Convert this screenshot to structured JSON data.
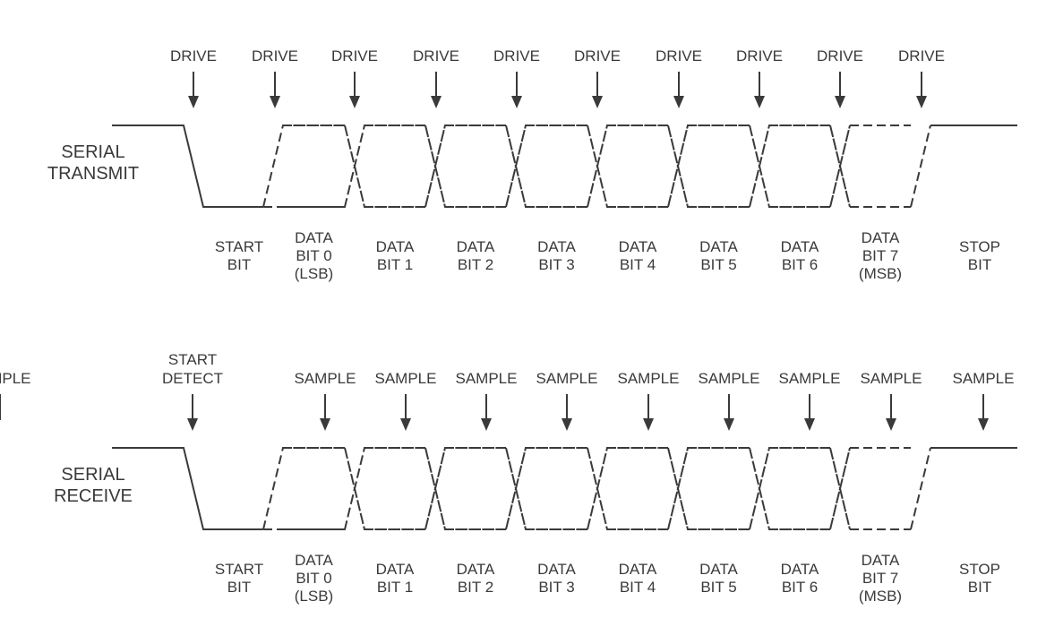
{
  "transmit": {
    "signal_label": [
      "SERIAL",
      "TRANSMIT"
    ],
    "markers": [
      [
        "DRIVE"
      ],
      [
        "DRIVE"
      ],
      [
        "DRIVE"
      ],
      [
        "DRIVE"
      ],
      [
        "DRIVE"
      ],
      [
        "DRIVE"
      ],
      [
        "DRIVE"
      ],
      [
        "DRIVE"
      ],
      [
        "DRIVE"
      ],
      [
        "DRIVE"
      ]
    ],
    "bits": [
      [
        "START",
        "BIT"
      ],
      [
        "DATA",
        "BIT 0",
        "(LSB)"
      ],
      [
        "DATA",
        "BIT 1"
      ],
      [
        "DATA",
        "BIT 2"
      ],
      [
        "DATA",
        "BIT 3"
      ],
      [
        "DATA",
        "BIT 4"
      ],
      [
        "DATA",
        "BIT 5"
      ],
      [
        "DATA",
        "BIT 6"
      ],
      [
        "DATA",
        "BIT 7",
        "(MSB)"
      ],
      [
        "STOP",
        "BIT"
      ]
    ]
  },
  "receive": {
    "signal_label": [
      "SERIAL",
      "RECEIVE"
    ],
    "markers": [
      [
        "START",
        "DETECT"
      ],
      [
        "SAMPLE"
      ],
      [
        "SAMPLE"
      ],
      [
        "SAMPLE"
      ],
      [
        "SAMPLE"
      ],
      [
        "SAMPLE"
      ],
      [
        "SAMPLE"
      ],
      [
        "SAMPLE"
      ],
      [
        "SAMPLE"
      ],
      [
        "SAMPLE"
      ],
      [
        "SAMPLE"
      ]
    ],
    "bits": [
      [
        "START",
        "BIT"
      ],
      [
        "DATA",
        "BIT 0",
        "(LSB)"
      ],
      [
        "DATA",
        "BIT 1"
      ],
      [
        "DATA",
        "BIT 2"
      ],
      [
        "DATA",
        "BIT 3"
      ],
      [
        "DATA",
        "BIT 4"
      ],
      [
        "DATA",
        "BIT 5"
      ],
      [
        "DATA",
        "BIT 6"
      ],
      [
        "DATA",
        "BIT 7",
        "(MSB)"
      ],
      [
        "STOP",
        "BIT"
      ]
    ]
  }
}
